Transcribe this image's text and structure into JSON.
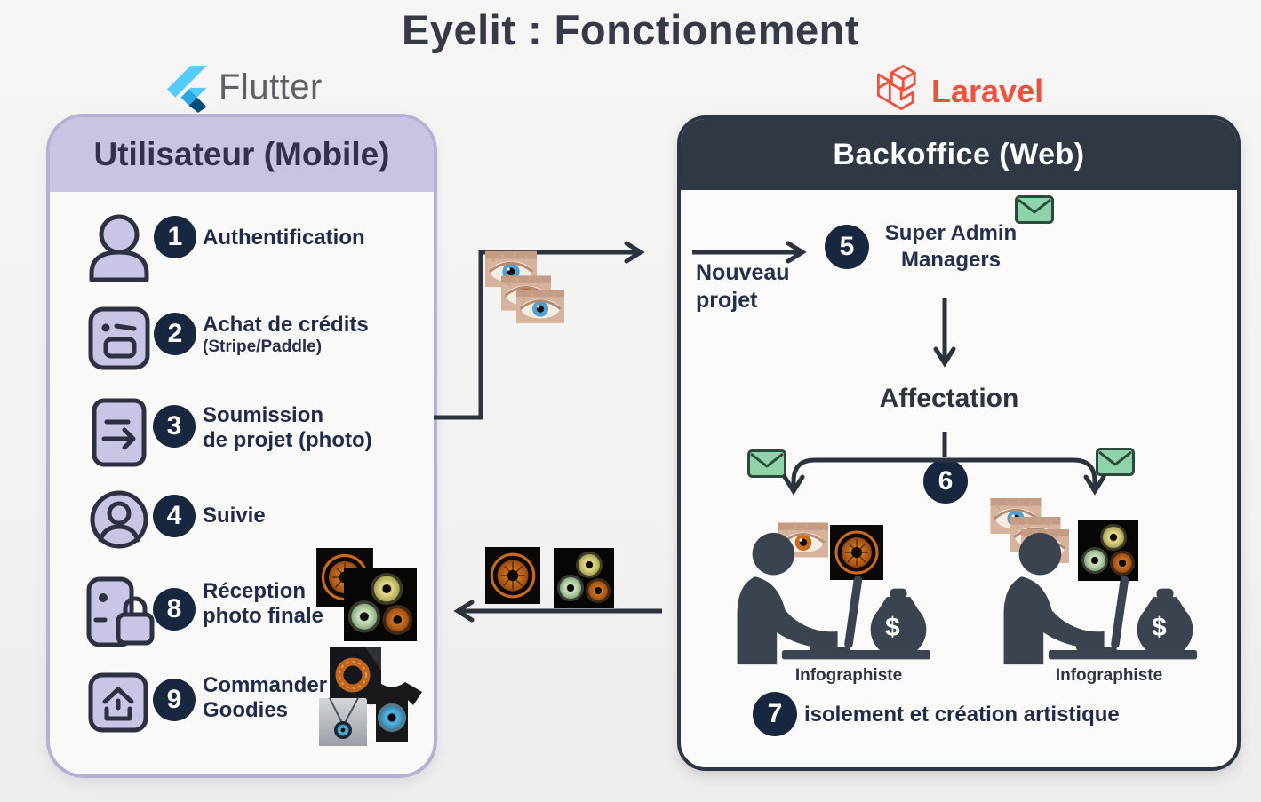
{
  "title": "Eyelit : Fonctionement",
  "brands": {
    "flutter": "Flutter",
    "laravel": "Laravel"
  },
  "mobile_panel": {
    "header": "Utilisateur (Mobile)",
    "steps": [
      {
        "num": "1",
        "label": "Authentification"
      },
      {
        "num": "2",
        "label": "Achat de crédits",
        "sublabel": "(Stripe/Paddle)"
      },
      {
        "num": "3",
        "label": "Soumission",
        "label2": "de projet (photo)"
      },
      {
        "num": "4",
        "label": "Suivie"
      },
      {
        "num": "8",
        "label": "Réception",
        "label2": "photo finale"
      },
      {
        "num": "9",
        "label": "Commander",
        "label2": "Goodies"
      }
    ]
  },
  "web_panel": {
    "header": "Backoffice (Web)",
    "step5": {
      "num": "5",
      "line1": "Super Admin",
      "line2": "Managers"
    },
    "affectation_label": "Affectation",
    "step6_num": "6",
    "infographiste_left_label": "Infographiste",
    "infographiste_right_label": "Infographiste",
    "step7": {
      "num": "7",
      "label": "isolement et création artistique"
    }
  },
  "flow": {
    "nouveau_projet_line1": "Nouveau",
    "nouveau_projet_line2": "projet"
  },
  "icons": {
    "money_bag_symbol": "$",
    "envelope_icon": "green envelope",
    "eye_photo_icon": "eye photo",
    "iris_art_icon": "iris artwork"
  },
  "colors": {
    "background": "#f4f2f1",
    "title_text": "#343a47",
    "mobile_header_bg": "#c8c4e4",
    "mobile_border": "#b6b0d7",
    "web_header_bg": "#2e3945",
    "badge_bg": "#16273f",
    "step_text": "#1f2b4a",
    "arrow": "#2b333e",
    "envelope_green": "#8fd3a8",
    "laravel_red": "#f0513c",
    "flutter_blue": "#53ccf9",
    "icon_lavender": "#c9c5e6"
  }
}
